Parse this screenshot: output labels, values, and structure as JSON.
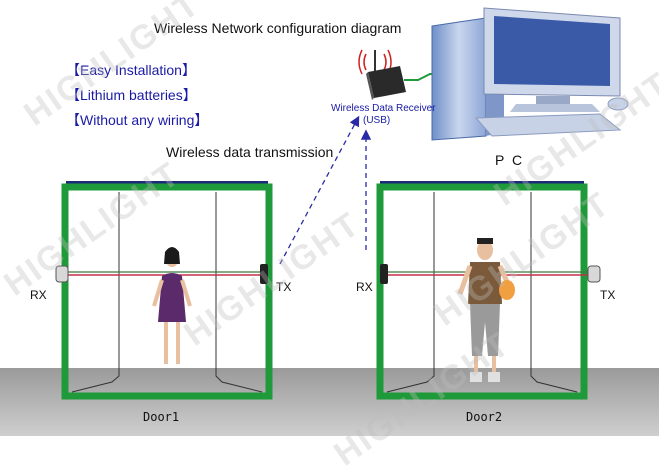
{
  "title": "Wireless Network configuration diagram",
  "features": [
    "【Easy Installation】",
    "【Lithium batteries】",
    "【Without any wiring】"
  ],
  "transmission_label": "Wireless data transmission",
  "receiver": {
    "line1": "Wireless Data Receiver",
    "line2": "(USB)"
  },
  "pc_label": "P C",
  "door1": {
    "label": "Door1",
    "rx": "RX",
    "tx": "TX"
  },
  "door2": {
    "label": "Door2",
    "rx": "RX",
    "tx": "TX"
  },
  "watermark": "HIGHLIGHT",
  "colors": {
    "frame": "#1f9a3a",
    "header": "#1c2a7a",
    "floor": "#a9a9a9",
    "beam": "#c4304a",
    "link": "#2a2aa6"
  }
}
